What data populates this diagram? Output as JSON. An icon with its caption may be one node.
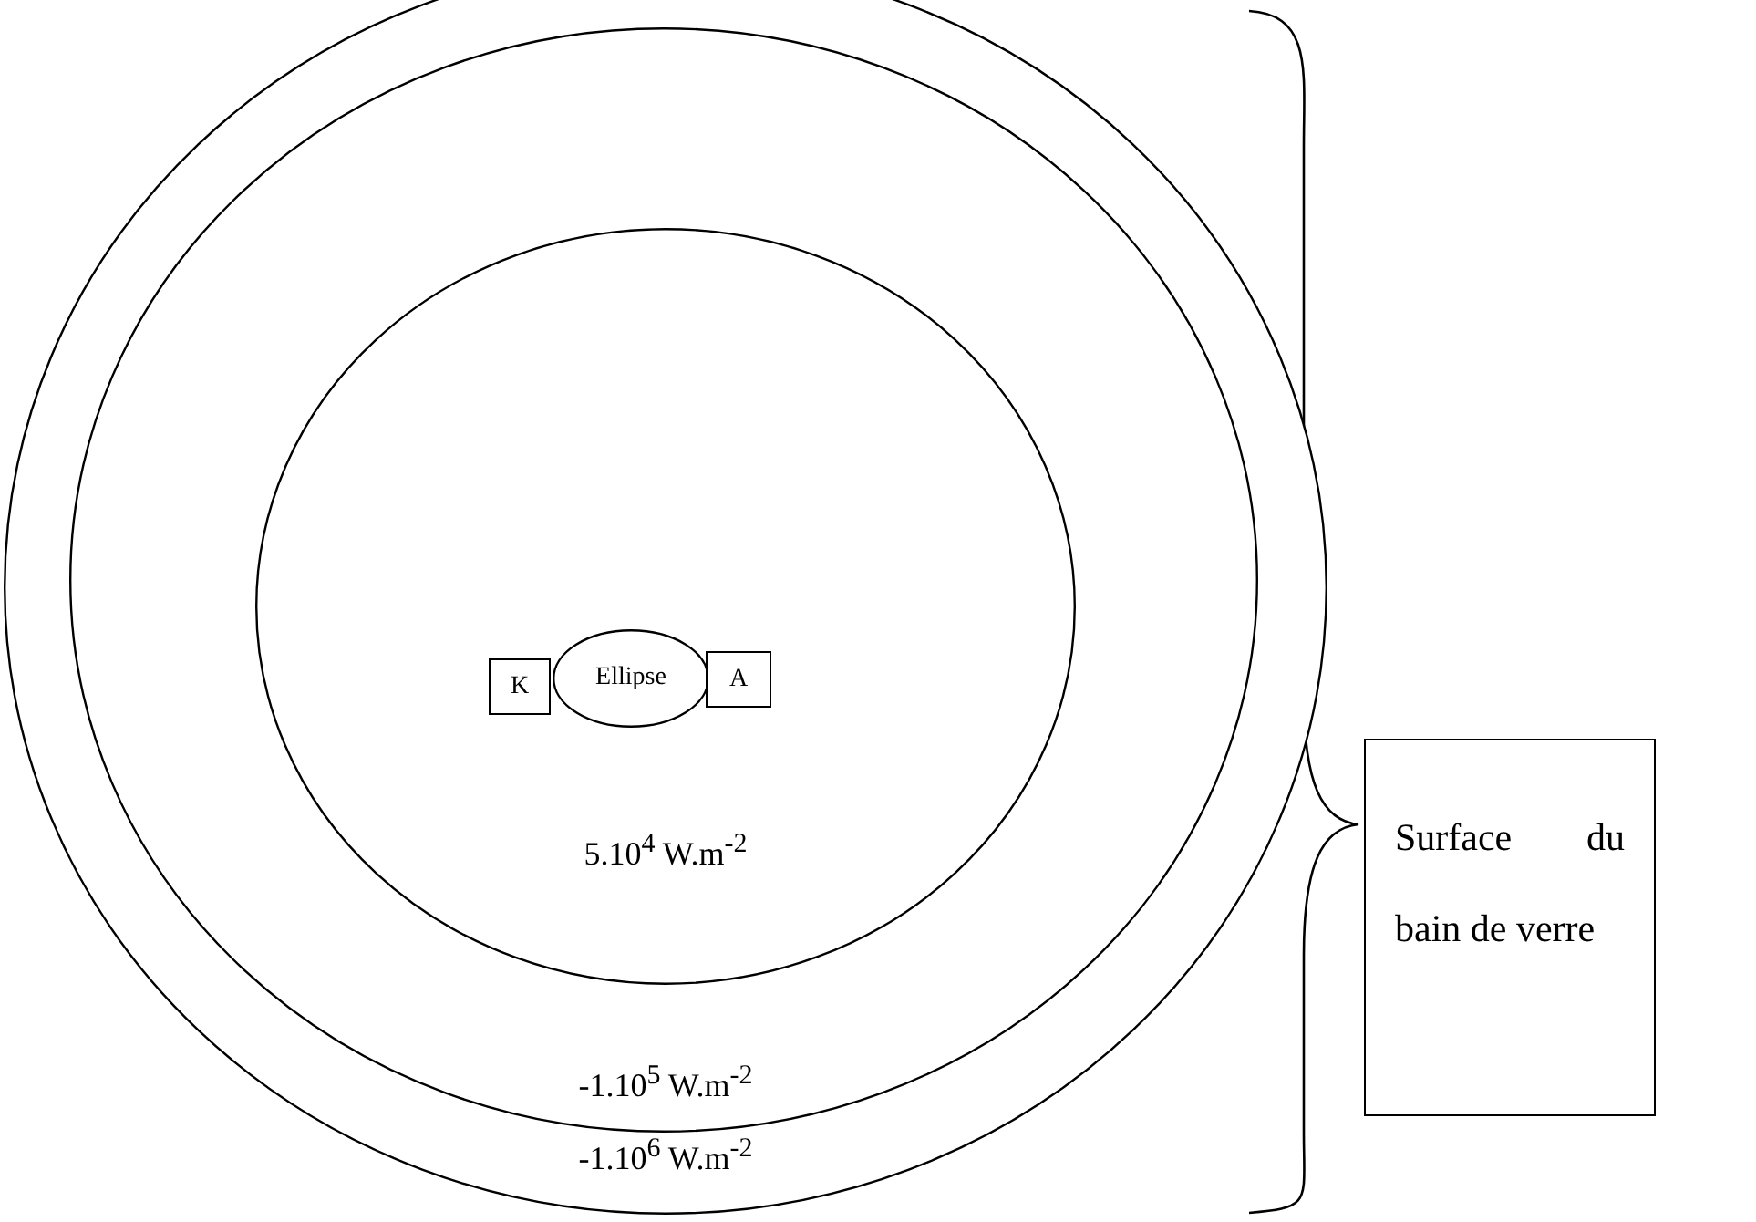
{
  "diagram": {
    "nodes": [
      {
        "text": [
          "-1.10$^{6}$ W.m$^{-2}$"
        ]
      },
      {
        "text": [
          "-1.10$^{5}$ W.m$^{-2}$"
        ],
        "in": 0
      },
      {
        "text": [
          "5.10$^{4}$ W.m$^{-2}$"
        ],
        "in": 1
      },
      {
        "text": [
          "K"
        ],
        "in": 2
      },
      {
        "text": [
          "Ellipse"
        ],
        "in": 2
      },
      {
        "text": [
          "A"
        ],
        "in": 2
      },
      {
        "text": [
          "Surface du bain de verre"
        ]
      }
    ],
    "edges": []
  }
}
